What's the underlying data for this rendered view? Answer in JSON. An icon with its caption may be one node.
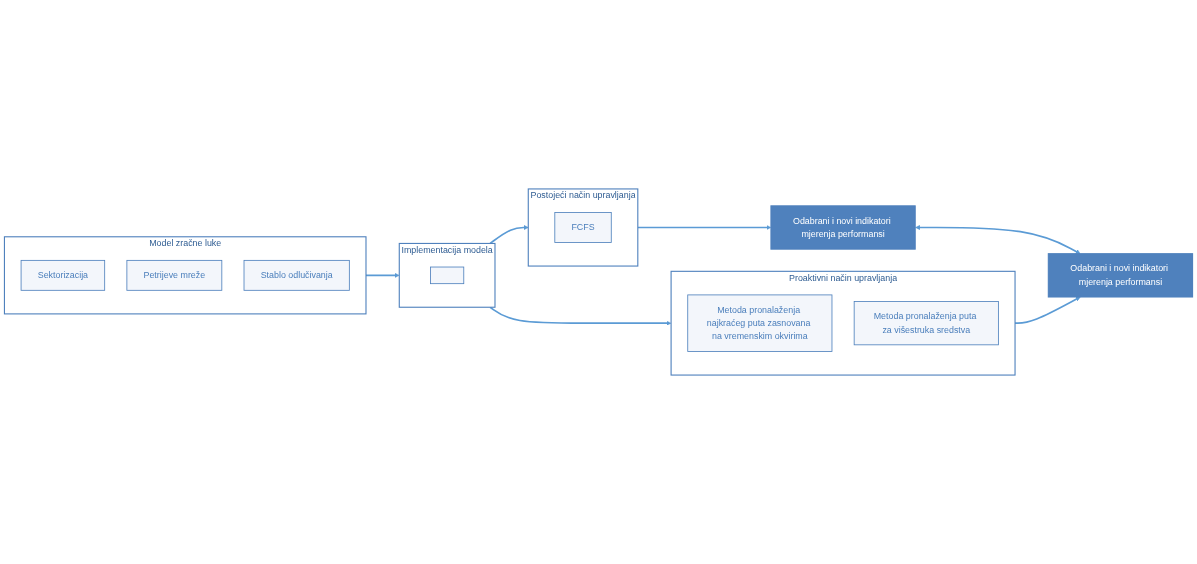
{
  "diagram": {
    "nodes": [
      {
        "text": [
          "Model zračne luke"
        ]
      },
      {
        "text": [
          "Sektorizacija"
        ],
        "in": 0
      },
      {
        "text": [
          "Petrijeve mreže"
        ],
        "in": 0
      },
      {
        "text": [
          "Stablo odlučivanja"
        ],
        "in": 0
      },
      {
        "text": [
          "Implementacija modela"
        ]
      },
      {
        "text": [],
        "shape": "box",
        "in": 4
      },
      {
        "text": [
          "Postojeći način upravljanja"
        ]
      },
      {
        "text": [
          "FCFS"
        ],
        "in": 6
      },
      {
        "text": [
          "Proaktivni način upravljanja"
        ]
      },
      {
        "text": [
          "Metoda pronalaženja najkraćeg puta zasnovana na vremenskim okvirima"
        ],
        "in": 8
      },
      {
        "text": [
          "Metoda pronalaženja puta za višestruka sredstva"
        ],
        "in": 8
      },
      {
        "text": [
          "Odabrani i novi indikatori mjerenja performansi"
        ]
      },
      {
        "text": [
          "Odabrani i novi indikatori mjerenja performansi"
        ]
      }
    ],
    "edges": [
      {
        "from": 0,
        "to": 4,
        "arrow": "to"
      },
      {
        "from": 4,
        "to": 6,
        "arrow": "to"
      },
      {
        "from": 4,
        "to": 8,
        "arrow": "to"
      },
      {
        "from": 6,
        "to": 11,
        "arrow": "to"
      },
      {
        "from": 8,
        "to": 12,
        "arrow": "to"
      },
      {
        "from": 11,
        "to": 12,
        "arrow": "both"
      }
    ]
  }
}
